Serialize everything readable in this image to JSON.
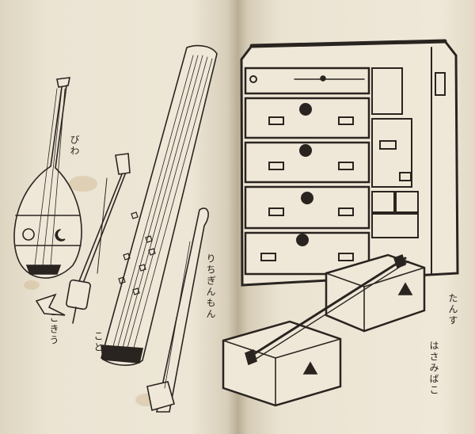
{
  "labels": {
    "biwa": "びわ",
    "kokyu": "こきう",
    "koto": "こと",
    "riuteki": "りちぎんもん",
    "tansu": "たんす",
    "hasamibako": "はさみばこ"
  },
  "colors": {
    "paper": "#ebe4d3",
    "ink": "#2a2420",
    "stain": "#c9a97a"
  }
}
